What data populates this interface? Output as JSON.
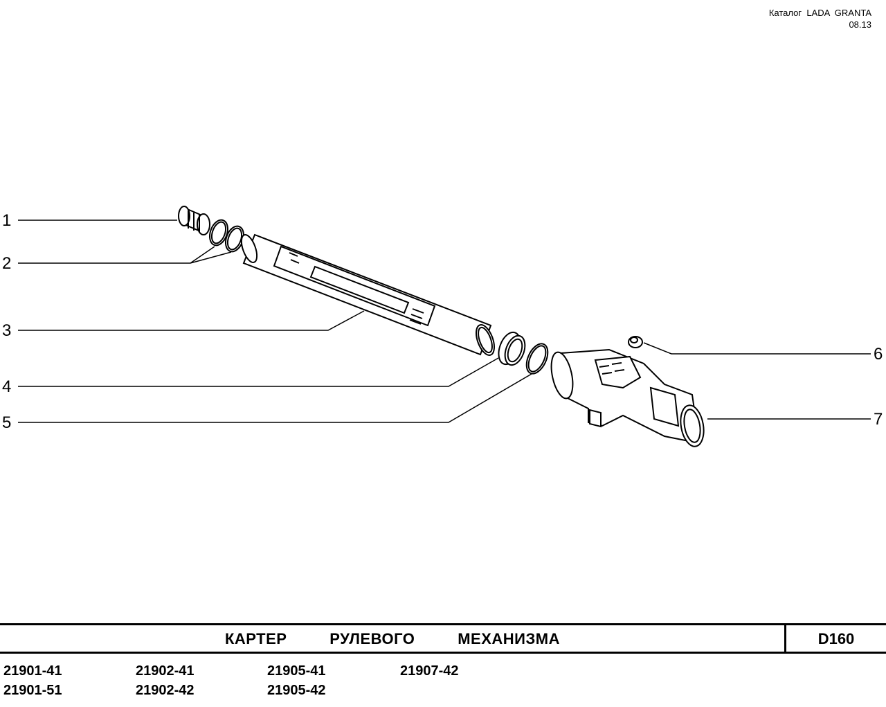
{
  "header": {
    "catalog": "Каталог  LADA  GRANTA",
    "date": "08.13"
  },
  "callouts": [
    "1",
    "2",
    "3",
    "4",
    "5",
    "6",
    "7"
  ],
  "title": "КАРТЕР   РУЛЕВОГО   МЕХАНИЗМА",
  "page_code": "D160",
  "models": {
    "row1": [
      "21901-41",
      "21902-41",
      "21905-41",
      "21907-42"
    ],
    "row2": [
      "21901-51",
      "21902-42",
      "21905-42"
    ]
  }
}
